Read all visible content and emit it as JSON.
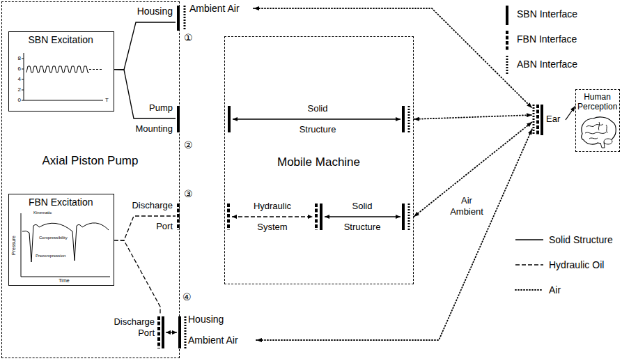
{
  "diagram": {
    "nodes": [
      {
        "text": [
          "Axial Piston Pump"
        ]
      },
      {
        "text": [
          "SBN Excitation"
        ],
        "in": 0
      },
      {
        "text": [
          "FBN Excitation"
        ],
        "in": 0
      },
      {
        "text": [
          "Housing",
          "Ambient Air",
          "①"
        ]
      },
      {
        "text": [
          "Pump Mounting",
          "②"
        ]
      },
      {
        "text": [
          "Discharge Port",
          "③"
        ]
      },
      {
        "text": [
          "Discharge Port",
          "④",
          "Housing",
          "Ambient Air"
        ]
      },
      {
        "text": [
          "Mobile Machine"
        ]
      },
      {
        "text": [
          "Ear"
        ]
      },
      {
        "text": [
          "Human Perception"
        ]
      }
    ],
    "edges": [
      {
        "from": 1,
        "to": 3,
        "arrow": "none"
      },
      {
        "from": 1,
        "to": 4,
        "arrow": "none"
      },
      {
        "from": 2,
        "to": 5,
        "arrow": "none"
      },
      {
        "from": 2,
        "to": 6,
        "arrow": "none"
      },
      {
        "from": 3,
        "to": 8,
        "arrow": "both"
      },
      {
        "from": 7,
        "to": 8,
        "arrow": "both"
      },
      {
        "from": 7,
        "to": 8,
        "arrow": "both"
      },
      {
        "from": 6,
        "to": 8,
        "arrow": "both"
      },
      {
        "from": 8,
        "to": 9,
        "arrow": "to"
      }
    ],
    "labels": [
      "Solid Structure",
      "Hydraulic System",
      "Solid Structure",
      "Air Ambient",
      "8",
      "6",
      "4",
      "2",
      "0",
      "T",
      "Pressure",
      "Time",
      "Kinematic",
      "Precompression",
      "Compressibility"
    ],
    "legend": [
      {
        "text": "SBN Interface"
      },
      {
        "text": "FBN Interface"
      },
      {
        "text": "ABN Interface"
      },
      {
        "text": "Solid Structure"
      },
      {
        "text": "Hydraulic Oil"
      },
      {
        "text": "Air"
      }
    ]
  }
}
